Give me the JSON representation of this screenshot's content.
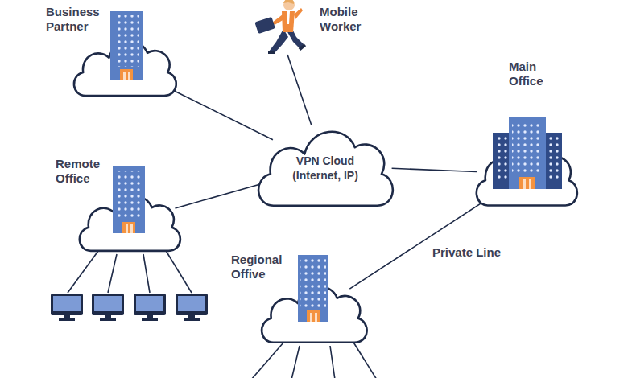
{
  "diagram": {
    "nodes": [
      {
        "text": [
          "Business Partner"
        ]
      },
      {
        "text": [
          "Mobile Worker"
        ]
      },
      {
        "text": [
          "Main Office"
        ]
      },
      {
        "text": [
          "VPN Cloud (Internet, IP)"
        ]
      },
      {
        "text": [
          "Remote Office"
        ]
      },
      {
        "text": [
          "Regional Offive"
        ]
      }
    ],
    "edges": [
      {
        "from": 0,
        "to": 3,
        "arrow": "none"
      },
      {
        "from": 1,
        "to": 3,
        "arrow": "none"
      },
      {
        "from": 3,
        "to": 2,
        "arrow": "none"
      },
      {
        "from": 3,
        "to": 4,
        "arrow": "none"
      },
      {
        "from": 2,
        "to": 5,
        "label": "Private Line",
        "arrow": "none"
      }
    ]
  }
}
